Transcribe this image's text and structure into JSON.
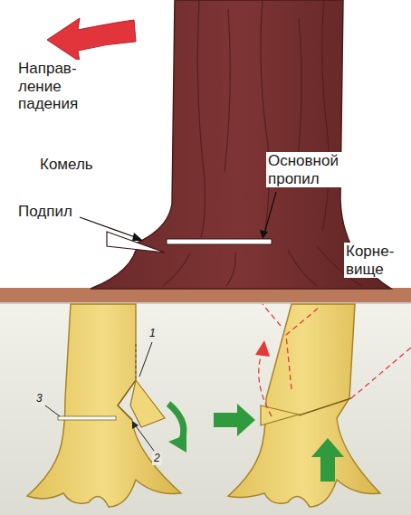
{
  "diagram": {
    "labels": [
      "Направ- ление падения",
      "Комель",
      "Основной пропил",
      "Подпил",
      "Корне- вище",
      "1",
      "3",
      "2"
    ]
  }
}
